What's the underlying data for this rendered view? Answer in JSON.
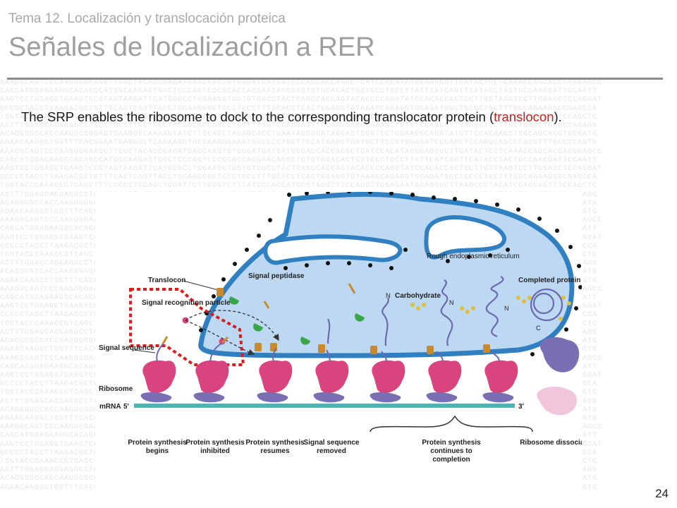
{
  "slide": {
    "subtitle": "Tema 12. Localización y translocación proteica",
    "title": "Señales de localización a RER",
    "body_before": "The SRP enables the ribosome to dock to the corresponding translocator protein (",
    "body_highlight": "translocon",
    "body_after": ").",
    "page_number": "24"
  },
  "figure": {
    "labels": {
      "translocon": "Translocon",
      "signal_peptidase": "Signal peptidase",
      "rough_er": "Rough endoplasmic reticulum",
      "carbohydrate": "Carbohydrate",
      "completed_protein": "Completed protein",
      "srp": "Signal recognition particle",
      "signal_sequence": "Signal sequence",
      "ribosome": "Ribosome",
      "mrna": "mRNA",
      "five_prime": "5'",
      "three_prime": "3'",
      "n_label": "N",
      "c_label": "C"
    },
    "stages": [
      "Protein synthesis begins",
      "Protein synthesis inhibited",
      "Protein synthesis resumes",
      "Signal sequence removed",
      "Protein synthesis continues to completion",
      "Ribosome dissociates"
    ]
  },
  "colors": {
    "er_fill": "#bcd8f2",
    "er_membrane": "#2f7fc1",
    "ribosome_large": "#d9437e",
    "ribosome_small": "#7b6fb3",
    "mrna": "#4fb3b3",
    "srp_box": "#e01b1b",
    "translocon": "#c98a2e"
  },
  "dna_text": [
    "AAAGGCAGTCCCAAGGGGAAGGTTGGCTACACCGAGATGAGCAAGTGTGGGATGATGATGCCACCACCAGGCTCATCCACATAGGGAGGGGTTGATACTCCTCAAACCAGCACCAGGGAGCC",
    "CAGCATGGAGAAGGCACAGGCATGGCAAGAGTGGCTCCCAGTCCCGCACCAGGAACAGGGTGTGTGGACACTGGTGCCTGCCTTATTCATCAGTTCATACCTACTGCCAAGGATTCCAATT",
    "AAGTCCTGGAGGTGAAGTCCGTAGTAAGATTCATGGGCCTGGAAGGTGGTGTGGCCTACTCAGCCACCAGTACACCCCAGGTATCCACACCACTGCTTGGTAAGTCCTTGGAGCTCCAGGAT",
    "GCCCCTACCTTAAGACGCTGTTTCACTCAGTTACCTGGAAGGGGTCCCTGCCTTTGCACCTCACTGGAGGTGTAAAGCAGAGGTGGAGATGGCTGCCCTGCTTTGGCAGAAGGGCGAGCCA",
    "TGGTACCCAAAGCGTCAGCTTTCCCCCTCGAGCTGGATTCTTGGGTCTTTATCCCACCATCCGTAGGCTTCCAGGCTGGAGAATAGAGGGCTTAAGCCCTACATCCAGGAGTTTCCAGCTC",
    "ACTTTGGAGCAGGAGGCCTGCCTGCCTTGCTGGCTACGGCACCAGCCTGCTTTGGTCCAGGAGTTCCAGGAAGCCAAAGCTGTGTCCAAGGTTGAGGCTCCTTGCTGAGCTGGGCCAGAGG",
    "ACAGGGGCCACCAAGGGGGGAGTCAAGGGCAAAAGTATCTTGCAGCTAGAGCACCTGAATAGGGGATAGCAGTGGGTCCTGGAAGGCAGATATGTTCCACAAGGTGGCAGCAGGTGGGATG",
    "AGAACAAGGCTGGTTTCACGGAATGAGGGCTCAGAAGGTGCCAAGGGAAGTGGCCCCTGGTTCCATAAGCTGGTGCTGCCGTGGAGATCGCAGCTCCAGGCAGCCCACGTTTGCCCCAGTG",
    "AAAGGCAGTCCCAAGGGGAAGGTTGGCTACACCGAGATGAGCAAGTGTGGGATGATGATGCCACCACCAGGCTCATCCACATAGGGAGGGGTTGATACTCCTCAAACCAGCACCAGGGAGCC",
    "CAGCATGGAGAAGGCACAGGCATGGCAAGAGTGGCTCCCAGTCCCGCACCAGGAACAGGGTGTGTGGACACTGGTGCCTGCCTTATTCATCAGTTCATACCTACTGCCAAGGATTCCAATT",
    "AAGTCCTGGAGGTGAAGTCCGTAGTAAGATTCATGGGCCTGGAAGGTGGTGTGGCCTACTCAGCCACCAGTACACCCCAGGTATCCACACCACTGCTTGGTAAGTCCTTGGAGCTCCAGGAT",
    "GCCCCTACCTTAAGACGCTGTTTCACTCAGTTACCTGGAAGGGGTCCCTGCCTTTGCACCTCACTGGAGGTGTAAAGCAGAGGTGGAGATGGCTGCCCTGCTTTGGCAGAAGGGCGAGCCA",
    "TGGTACCCAAAGCGTCAGCTTTCCCCCTCGAGCTGGATTCTTGGGTCTTTATCCCACCATCCGTAGGCTTCCAGGCTGGAGAATAGAGGGCTTAAGCCCTACATCCAGGAGTTTCCAGCTC",
    "ACTTTGGAGCAGGAGGCCTGCCTGCCTTGCTGGCTACGGCACCAGCCTGCTTTGGTCCAGGAGTTCCAGGAAGCCAAAGCTGTGTCCAAGGTTGAGGCTCCTTGCTGAGCTGGGCCAGAGG",
    "ACAGGGGCCACCAAGGGGGGAGTCAAGGGCAAAAGTATCTTGCAGCTAGAGCACCTGAATAGGGGATAGCAGTGGGTCCTGGAAGGCAGATATGTTCCACAAGGTGGCAGCAGGTGGGATG",
    "AGAACAAGGCTGGTTTCACGGAATGAGGGCTCAGAAGGTGCCAAGGGAAGTGGCCCCTGGTTCCATAAGCTGGTGCTGCCGTGGAGATCGCAGCTCCAGGCAGCCCACGTTTGCCCCAGTG",
    "AAAGGCAGTCCCAAGGGGAAGGTTGGCTACACCGAGATGAGCAAGTGTGGGATGATGATGCCACCACCAGGCTCATCCACATAGGGAGGGGTTGATACTCCTCAAACCAGCACCAGGGAGCC",
    "CAGCATGGAGAAGGCACAGGCATGGCAAGAGTGGCTCCCAGTCCCGCACCAGGAACAGGGTGTGTGGACACTGGTGCCTGCCTTATTCATCAGTTCATACCTACTGCCAAGGATTCCAATT",
    "AAGTCCTGGAGGTGAAGTCCGTAGTAAGATTCATGGGCCTGGAAGGTGGTGTGGCCTACTCAGCCACCAGTACACCCCAGGTATCCACACCACTGCTTGGTAAGTCCTTGGAGCTCCAGGAT",
    "GCCCCTACCTTAAGACGCTGTTTCACTCAGTTACCTGGAAGGGGTCCCTGCCTTTGCACCTCACTGGAGGTGTAAAGCAGAGGTGGAGATGGCTGCCCTGCTTTGGCAGAAGGGCGAGCCA",
    "TGGTACCCAAAGCGTCAGCTTTCCCCCTCGAGCTGGATTCTTGGGTCTTTATCCCACCATCCGTAGGCTTCCAGGCTGGAGAATAGAGGGCTTAAGCCCTACATCCAGGAGTTTCCAGCTC",
    "ACTTTGGAGCAGGAGGCCTGCCTGCCTTGCTGGCTACGGCACCAGCCTGCTTTGGTCCAGGAGTTCCAGGAAGCCAAAGCTGTGTCCAAGGTTGAGGCTCCTTGCTGAGCTGGGCCAGAGG",
    "ACAGGGGCCACCAAGGGGGGAGTCAAGGGCAAAAGTATCTTGCAGCTAGAGCACCTGAATAGGGGATAGCAGTGGGTCCTGGAAGGCAGATATGTTCCACAAGGTGGCAGCAGGTGGGATG",
    "AGAACAAGGCTGGTTTCACGGAATGAGGGCTCAGAAGGTGCCAAGGGAAGTGGCCCCTGGTTCCATAAGCTGGTGCTGCCGTGGAGATCGCAGCTCCAGGCAGCCCACGTTTGCCCCAGTG",
    "AAAGGCAGTCCCAAGGGGAAGGTTGGCTACACCGAGATGAGCAAGTGTGGGATGATGATGCCACCACCAGGCTCATCCACATAGGGAGGGGTTGATACTCCTCAAACCAGCACCAGGGAGCC",
    "CAGCATGGAGAAGGCACAGGCATGGCAAGAGTGGCTCCCAGTCCCGCACCAGGAACAGGGTGTGTGGACACTGGTGCCTGCCTTATTCATCAGTTCATACCTACTGCCAAGGATTCCAATT",
    "AAGTCCTGGAGGTGAAGTCCGTAGTAAGATTCATGGGCCTGGAAGGTGGTGTGGCCTACTCAGCCACCAGTACACCCCAGGTATCCACACCACTGCTTGGTAAGTCCTTGGAGCTCCAGGAT",
    "GCCCCTACCTTAAGACGCTGTTTCACTCAGTTACCTGGAAGGGGTCCCTGCCTTTGCACCTCACTGGAGGTGTAAAGCAGAGGTGGAGATGGCTGCCCTGCTTTGGCAGAAGGGCGAGCCA",
    "TGGTACCCAAAGCGTCAGCTTTCCCCCTCGAGCTGGATTCTTGGGTCTTTATCCCACCATCCGTAGGCTTCCAGGCTGGAGAATAGAGGGCTTAAGCCCTACATCCAGGAGTTTCCAGCTC",
    "ACTTTGGAGCAGGAGGCCTGCCTGCCTTGCTGGCTACGGCACCAGCCTGCTTTGGTCCAGGAGTTCCAGGAAGCCAAAGCTGTGTCCAAGGTTGAGGCTCCTTGCTGAGCTGGGCCAGAGG",
    "ACAGGGGCCACCAAGGGGGGAGTCAAGGGCAAAAGTATCTTGCAGCTAGAGCACCTGAATAGGGGATAGCAGTGGGTCCTGGAAGGCAGATATGTTCCACAAGGTGGCAGCAGGTGGGATG",
    "AGAACAAGGCTGGTTTCACGGAATGAGGGCTCAGAAGGTGCCAAGGGAAGTGGCCCCTGGTTCCATAAGCTGGTGCTGCCGTGGAGATCGCAGCTCCAGGCAGCCCACGTTTGCCCCAGTG",
    "AAAGGCAGTCCCAAGGGGAAGGTTGGCTACACCGAGATGAGCAAGTGTGGGATGATGATGCCACCACCAGGCTCATCCACATAGGGAGGGGTTGATACTCCTCAAACCAGCACCAGGGAGCC",
    "CAGCATGGAGAAGGCACAGGCATGGCAAGAGTGGCTCCCAGTCCCGCACCAGGAACAGGGTGTGTGGACACTGGTGCCTGCCTTATTCATCAGTTCATACCTACTGCCAAGGATTCCAATT",
    "AAGTCCTGGAGGTGAAGTCCGTAGTAAGATTCATGGGCCTGGAAGGTGGTGTGGCCTACTCAGCCACCAGTACACCCCAGGTATCCACACCACTGCTTGGTAAGTCCTTGGAGCTCCAGGAT",
    "GCCCCTACCTTAAGACGCTGTTTCACTCAGTTACCTGGAAGGGGTCCCTGCCTTTGCACCTCACTGGAGGTGTAAAGCAGAGGTGGAGATGGCTGCCCTGCTTTGGCAGAAGGGCGAGCCA",
    "TGGTACCCAAAGCGTCAGCTTTCCCCCTCGAGCTGGATTCTTGGGTCTTTATCCCACCATCCGTAGGCTTCCAGGCTGGAGAATAGAGGGCTTAAGCCCTACATCCAGGAGTTTCCAGCTC",
    "ACTTTGGAGCAGGAGGCCTGCCTGCCTTGCTGGCTACGGCACCAGCCTGCTTTGGTCCAGGAGTTCCAGGAAGCCAAAGCTGTGTCCAAGGTTGAGGCTCCTTGCTGAGCTGGGCCAGAGG",
    "ACAGGGGCCACCAAGGGGGGAGTCAAGGGCAAAAGTATCTTGCAGCTAGAGCACCTGAATAGGGGATAGCAGTGGGTCCTGGAAGGCAGATATGTTCCACAAGGTGGCAGCAGGTGGGATG",
    "AGAACAAGGCTGGTTTCACGGAATGAGGGCTCAGAAGGTGCCAAGGGAAGTGGCCCCTGGTTCCATAAGCTGGTGCTGCCGTGGAGATCGCAGCTCCAGGCAGCCCACGTTTGCCCCAGTG",
    "AAAGGCAGTCCCAAGGGGAAGGTTGGCTACACCGAGATGAGCAAGTGTGGGATGATGATGCCACCACCAGGCTCATCCACATAGGGAGGGGTTGATACTCCTCAAACCAGCACCAGGGAGCC",
    "CAGCATGGAGAAGGCACAGGCATGGCAAGAGTGGCTCCCAGTCCCGCACCAGGAACAGGGTGTGTGGACACTGGTGCCTGCCTTATTCATCAGTTCATACCTACTGCCAAGGATTCCAATT",
    "AAGTCCTGGAGGTGAAGTCCGTAGTAAGATTCATGGGCCTGGAAGGTGGTGTGGCCTACTCAGCCACCAGTACACCCCAGGTATCCACACCACTGCTTGGTAAGTCCTTGGAGCTCCAGGAT",
    "GCCCCTACCTTAAGACGCTGTTTCACTCAGTTACCTGGAAGGGGTCCCTGCCTTTGCACCTCACTGGAGGTGTAAAGCAGAGGTGGAGATGGCTGCCCTGCTTTGGCAGAAGGGCGAGCCA",
    "TGGTACCCAAAGCGTCAGCTTTCCCCCTCGAGCTGGATTCTTGGGTCTTTATCCCACCATCCGTAGGCTTCCAGGCTGGAGAATAGAGGGCTTAAGCCCTACATCCAGGAGTTTCCAGCTC",
    "ACTTTGGAGCAGGAGGCCTGCCTGCCTTGCTGGCTACGGCACCAGCCTGCTTTGGTCCAGGAGTTCCAGGAAGCCAAAGCTGTGTCCAAGGTTGAGGCTCCTTGCTGAGCTGGGCCAGAGG",
    "ACAGGGGCCACCAAGGGGGGAGTCAAGGGCAAAAGTATCTTGCAGCTAGAGCACCTGAATAGGGGATAGCAGTGGGTCCTGGAAGGCAGATATGTTCCACAAGGTGGCAGCAGGTGGGATG",
    "AGAACAAGGCTGGTTTCACGGAATGAGGGCTCAGAAGGTGCCAAGGGAAGTGGCCCCTGGTTCCATAAGCTGGTGCTGCCGTGGAGATCGCAGCTCCAGGCAGCCCACGTTTGCCCCAGTG"
  ]
}
